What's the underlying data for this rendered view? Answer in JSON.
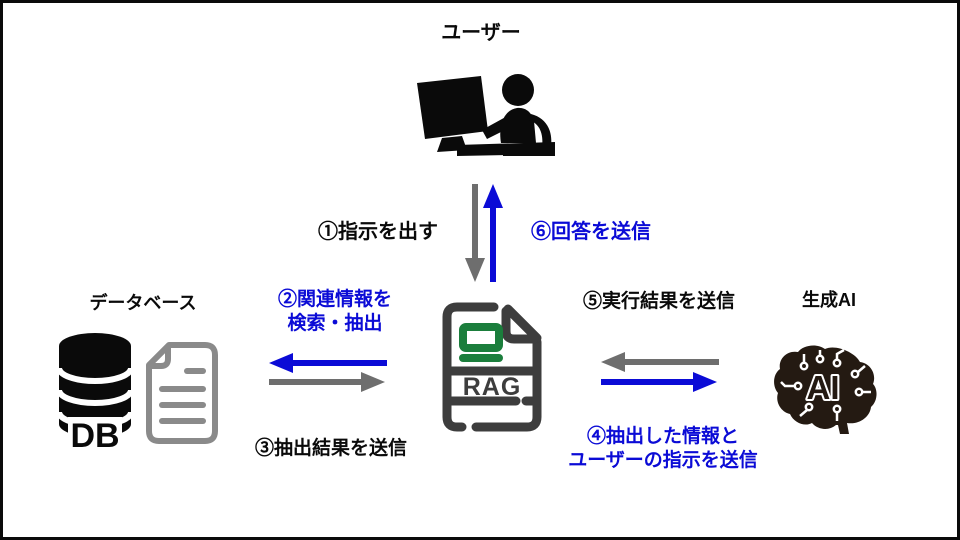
{
  "diagram_title": "RAG flow diagram",
  "colors": {
    "accent_blue": "#0b0bd6",
    "arrow_gray": "#6e6e6e",
    "rag_stroke": "#3d3d3d",
    "rag_green": "#1b7e3c",
    "doc_gray": "#8a8a8a",
    "brain_black": "#241a12",
    "text_black": "#0a0a0a",
    "frame_black": "#0a0a0a"
  },
  "nodes": {
    "user": {
      "label": "ユーザー",
      "icon": "person-at-computer-icon"
    },
    "database": {
      "label": "データベース",
      "db_badge": "DB",
      "icons": [
        "database-cylinder-icon",
        "document-icon"
      ]
    },
    "rag": {
      "label": "RAG",
      "icon": "rag-file-icon"
    },
    "ai": {
      "label": "生成AI",
      "ai_badge": "AI",
      "icon": "ai-brain-icon"
    }
  },
  "flows": {
    "step1": {
      "label": "①指示を出す",
      "from": "user",
      "to": "rag",
      "direction": "down",
      "color": "gray",
      "text_color": "black"
    },
    "step2": {
      "label_line1": "②関連情報を",
      "label_line2": "検索・抽出",
      "from": "rag",
      "to": "database",
      "direction": "left",
      "color": "blue",
      "text_color": "blue"
    },
    "step3": {
      "label": "③抽出結果を送信",
      "from": "database",
      "to": "rag",
      "direction": "right",
      "color": "gray",
      "text_color": "black"
    },
    "step4": {
      "label_line1": "④抽出した情報と",
      "label_line2": "ユーザーの指示を送信",
      "from": "rag",
      "to": "ai",
      "direction": "right",
      "color": "blue",
      "text_color": "blue"
    },
    "step5": {
      "label": "⑤実行結果を送信",
      "from": "ai",
      "to": "rag",
      "direction": "left",
      "color": "gray",
      "text_color": "black"
    },
    "step6": {
      "label": "⑥回答を送信",
      "from": "rag",
      "to": "user",
      "direction": "up",
      "color": "blue",
      "text_color": "blue"
    }
  }
}
